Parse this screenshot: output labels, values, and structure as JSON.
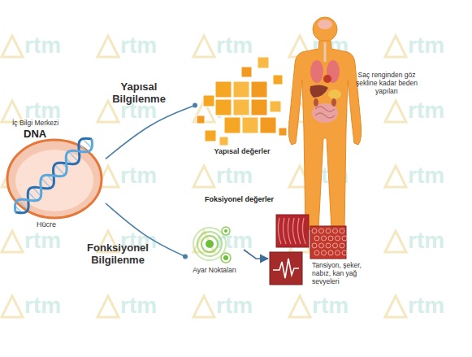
{
  "diagram": {
    "nodes": [
      {
        "text": [
          "İç Bilgi Merkezi",
          "DNA",
          "Hücre"
        ]
      },
      {
        "text": [
          "Yapısal değerler"
        ]
      },
      {
        "text": [
          "Ayar Noktaları"
        ]
      },
      {
        "text": [
          "Tansiyon, şeker, nabız, kan yağ sevyeleri"
        ]
      }
    ],
    "edges": [
      {
        "from": 0,
        "to": 1,
        "label": "Yapısal Bilgilenme",
        "arrow": "none"
      },
      {
        "from": 0,
        "to": 2,
        "label": "Fonksiyonel Bilgilenme",
        "arrow": "none"
      },
      {
        "from": 2,
        "to": 3,
        "arrow": "to"
      }
    ],
    "labels": [
      "Saç renginden göz şekline kadar beden yapıları",
      "Foksiyonel değerler",
      "rtm",
      "rtm",
      "rtm",
      "rtm",
      "rtm",
      "rtm",
      "rtm",
      "rtm",
      "rtm",
      "rtm",
      "rtm",
      "rtm",
      "rtm",
      "rtm",
      "rtm",
      "rtm",
      "rtm",
      "rtm",
      "rtm",
      "rtm",
      "rtm",
      "rtm",
      "rtm",
      "rtm",
      "rtm"
    ]
  }
}
